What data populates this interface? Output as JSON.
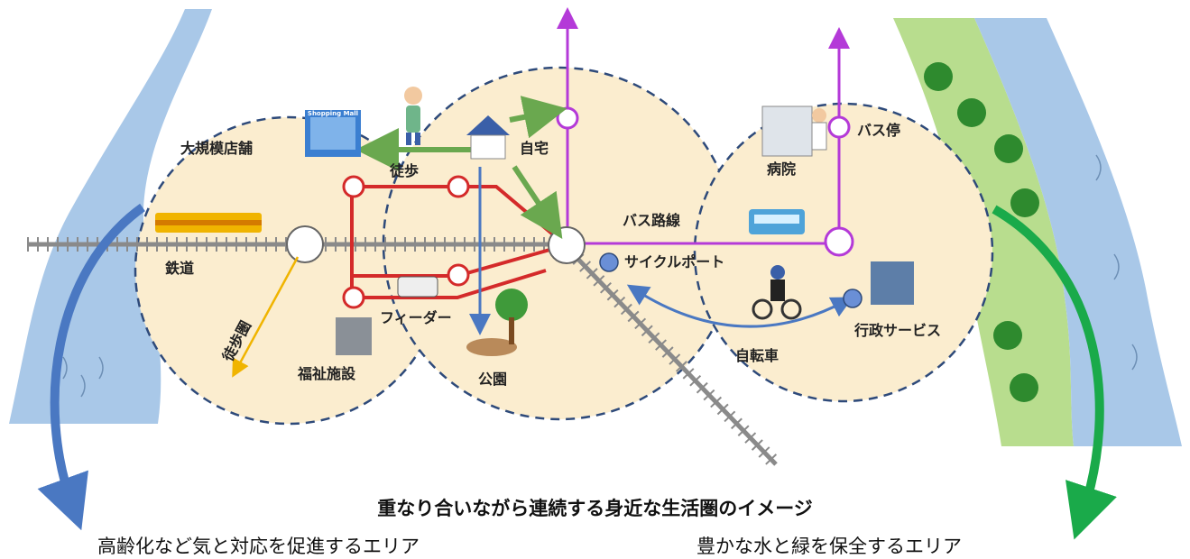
{
  "labels": {
    "large_store": "大規模店舗",
    "walk": "徒歩",
    "home": "自宅",
    "bus_stop": "バス停",
    "hospital": "病院",
    "bus_route": "バス路線",
    "railway": "鉄道",
    "cycle_port": "サイクルポート",
    "feeder": "フィーダー",
    "walking_zone": "徒歩圏",
    "welfare": "福祉施設",
    "park": "公園",
    "bicycle": "自転車",
    "admin_services": "行政サービス",
    "mall_sign": "Shopping Mall"
  },
  "caption": "重なり合いながら連続する身近な生活圏のイメージ",
  "left_caption": "高齢化など気と対応を促進するエリア",
  "right_caption": "豊かな水と緑を保全するエリア",
  "colors": {
    "circle_fill": "#fbedcf",
    "circle_stroke": "#2e4a7a",
    "rail_line": "#d42a2a",
    "bus_line": "#b43ad8",
    "walk_arrow": "#6aa84f",
    "bike_arrow": "#4a78c2",
    "left_big_arrow": "#4a78c2",
    "right_big_arrow": "#1aaa4a",
    "walk_zone_arrow": "#f0b400",
    "river": "#a9c8e8",
    "green_belt": "#b8dd8e"
  }
}
